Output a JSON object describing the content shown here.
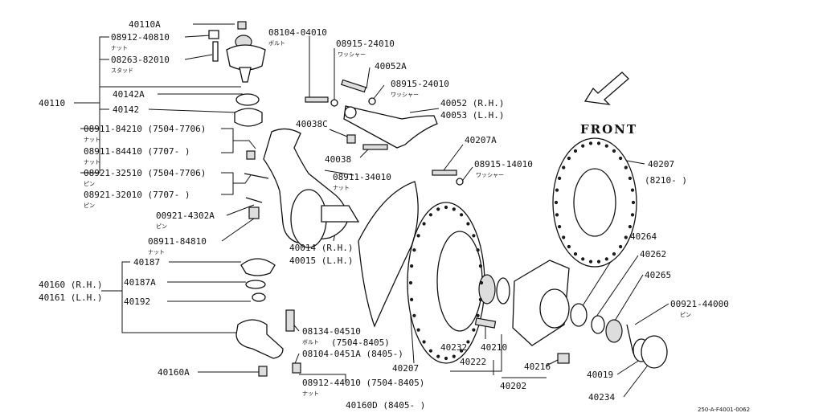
{
  "labels": {
    "p40110A": "40110A",
    "p08912_40810": "08912-40810",
    "p08263_82010": "08263-82010",
    "p40142A": "40142A",
    "p40110": "40110",
    "p40142": "40142",
    "p08911_84210": "08911-84210 (7504-7706)",
    "p08911_84410": "08911-84410 (7707-  )",
    "p08921_32510": "08921-32510 (7504-7706)",
    "p08921_32010": "08921-32010 (7707-  )",
    "p00921_4302A": "00921-4302A",
    "p08911_84810": "08911-84810",
    "p40187": "40187",
    "p40160": "40160 (R.H.)",
    "p40161": "40161 (L.H.)",
    "p40187A": "40187A",
    "p40192": "40192",
    "p40160A": "40160A",
    "p08104_04010": "08104-04010",
    "p08915_24010a": "08915-24010",
    "p40052A": "40052A",
    "p08915_24010b": "08915-24010",
    "p40052": "40052 (R.H.)",
    "p40053": "40053 (L.H.)",
    "p40038C": "40038C",
    "p40038": "40038",
    "p08911_34010": "08911-34010",
    "p40207A": "40207A",
    "p08915_14010": "08915-14010",
    "p40014": "40014 (R.H.)",
    "p40015": "40015 (L.H.)",
    "p08134_04510": "08134-04510",
    "p7504_8405": "(7504-8405)",
    "p08104_0451A": "08104-0451A (8405-)",
    "p08912_44010": "08912-44010 (7504-8405)",
    "p40160D": "40160D (8405-      )",
    "p40207_bottom": "40207",
    "p40232": "40232",
    "p40210": "40210",
    "p40222": "40222",
    "p40216": "40216",
    "p40202": "40202",
    "p40207_right": "40207",
    "p8210": "(8210-   )",
    "p40264": "40264",
    "p40262": "40262",
    "p40265": "40265",
    "p00921_44000": "00921-44000",
    "p40019": "40019",
    "p40234": "40234",
    "front": "FRONT",
    "ref_code": "250-A-F4001-0062"
  },
  "jp": {
    "nut": "ナット",
    "stud": "スタッド",
    "bolt": "ボルト",
    "washer": "ワッシャー",
    "pin": "ピン"
  }
}
